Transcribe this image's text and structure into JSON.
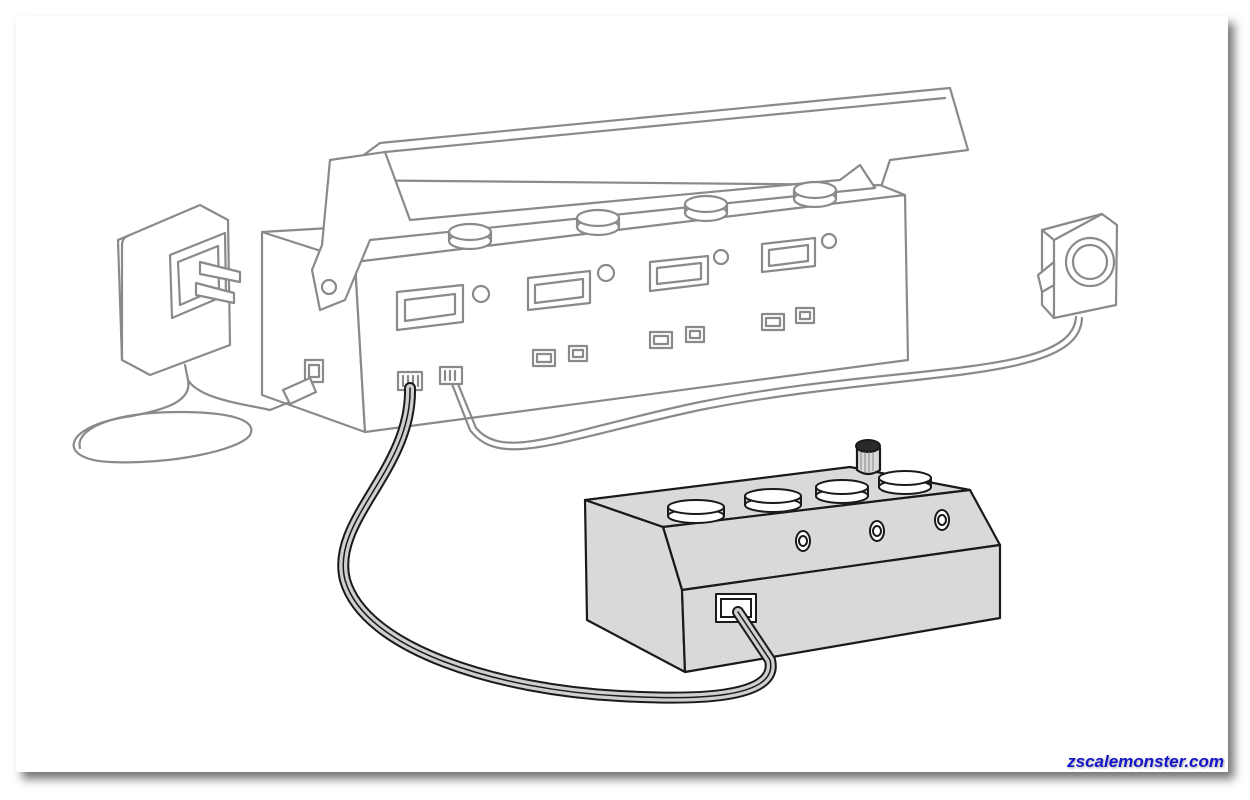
{
  "watermark": {
    "text": "zscalemonster.com",
    "color": "#1414c8"
  },
  "colors": {
    "outline": "#8a8a8a",
    "control_box_fill": "#d9d9d9",
    "control_box_outline": "#1a1a1a"
  },
  "figure": {
    "type": "line-art illustration",
    "items": [
      "power-adapter",
      "main-panel",
      "momentary-switch",
      "control-box"
    ]
  }
}
